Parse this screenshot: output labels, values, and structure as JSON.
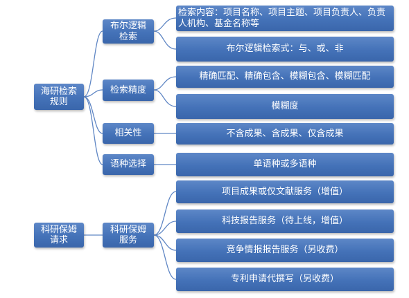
{
  "roots": [
    {
      "label": "海研检索\n规则",
      "children": [
        {
          "label": "布尔逻辑\n检索",
          "children": [
            "检索内容：项目名称、项目主题、项目负责人、负责人机构、基金名称等",
            "布尔逻辑检索式：与、或、非"
          ]
        },
        {
          "label": "检索精度",
          "children": [
            "精确匹配、精确包含、模糊包含、模糊匹配",
            "模糊度"
          ]
        },
        {
          "label": "相关性",
          "children": [
            "不含成果、含成果、仅含成果"
          ]
        },
        {
          "label": "语种选择",
          "children": [
            "单语种或多语种"
          ]
        }
      ]
    },
    {
      "label": "科研保姆\n请求",
      "children": [
        {
          "label": "科研保姆\n服务",
          "children": [
            "项目成果或仅文献服务（增值）",
            "科技报告服务（待上线，增值）",
            "竞争情报报告服务（另收费）",
            "专利申请代撰写（另收费）"
          ]
        }
      ]
    }
  ]
}
